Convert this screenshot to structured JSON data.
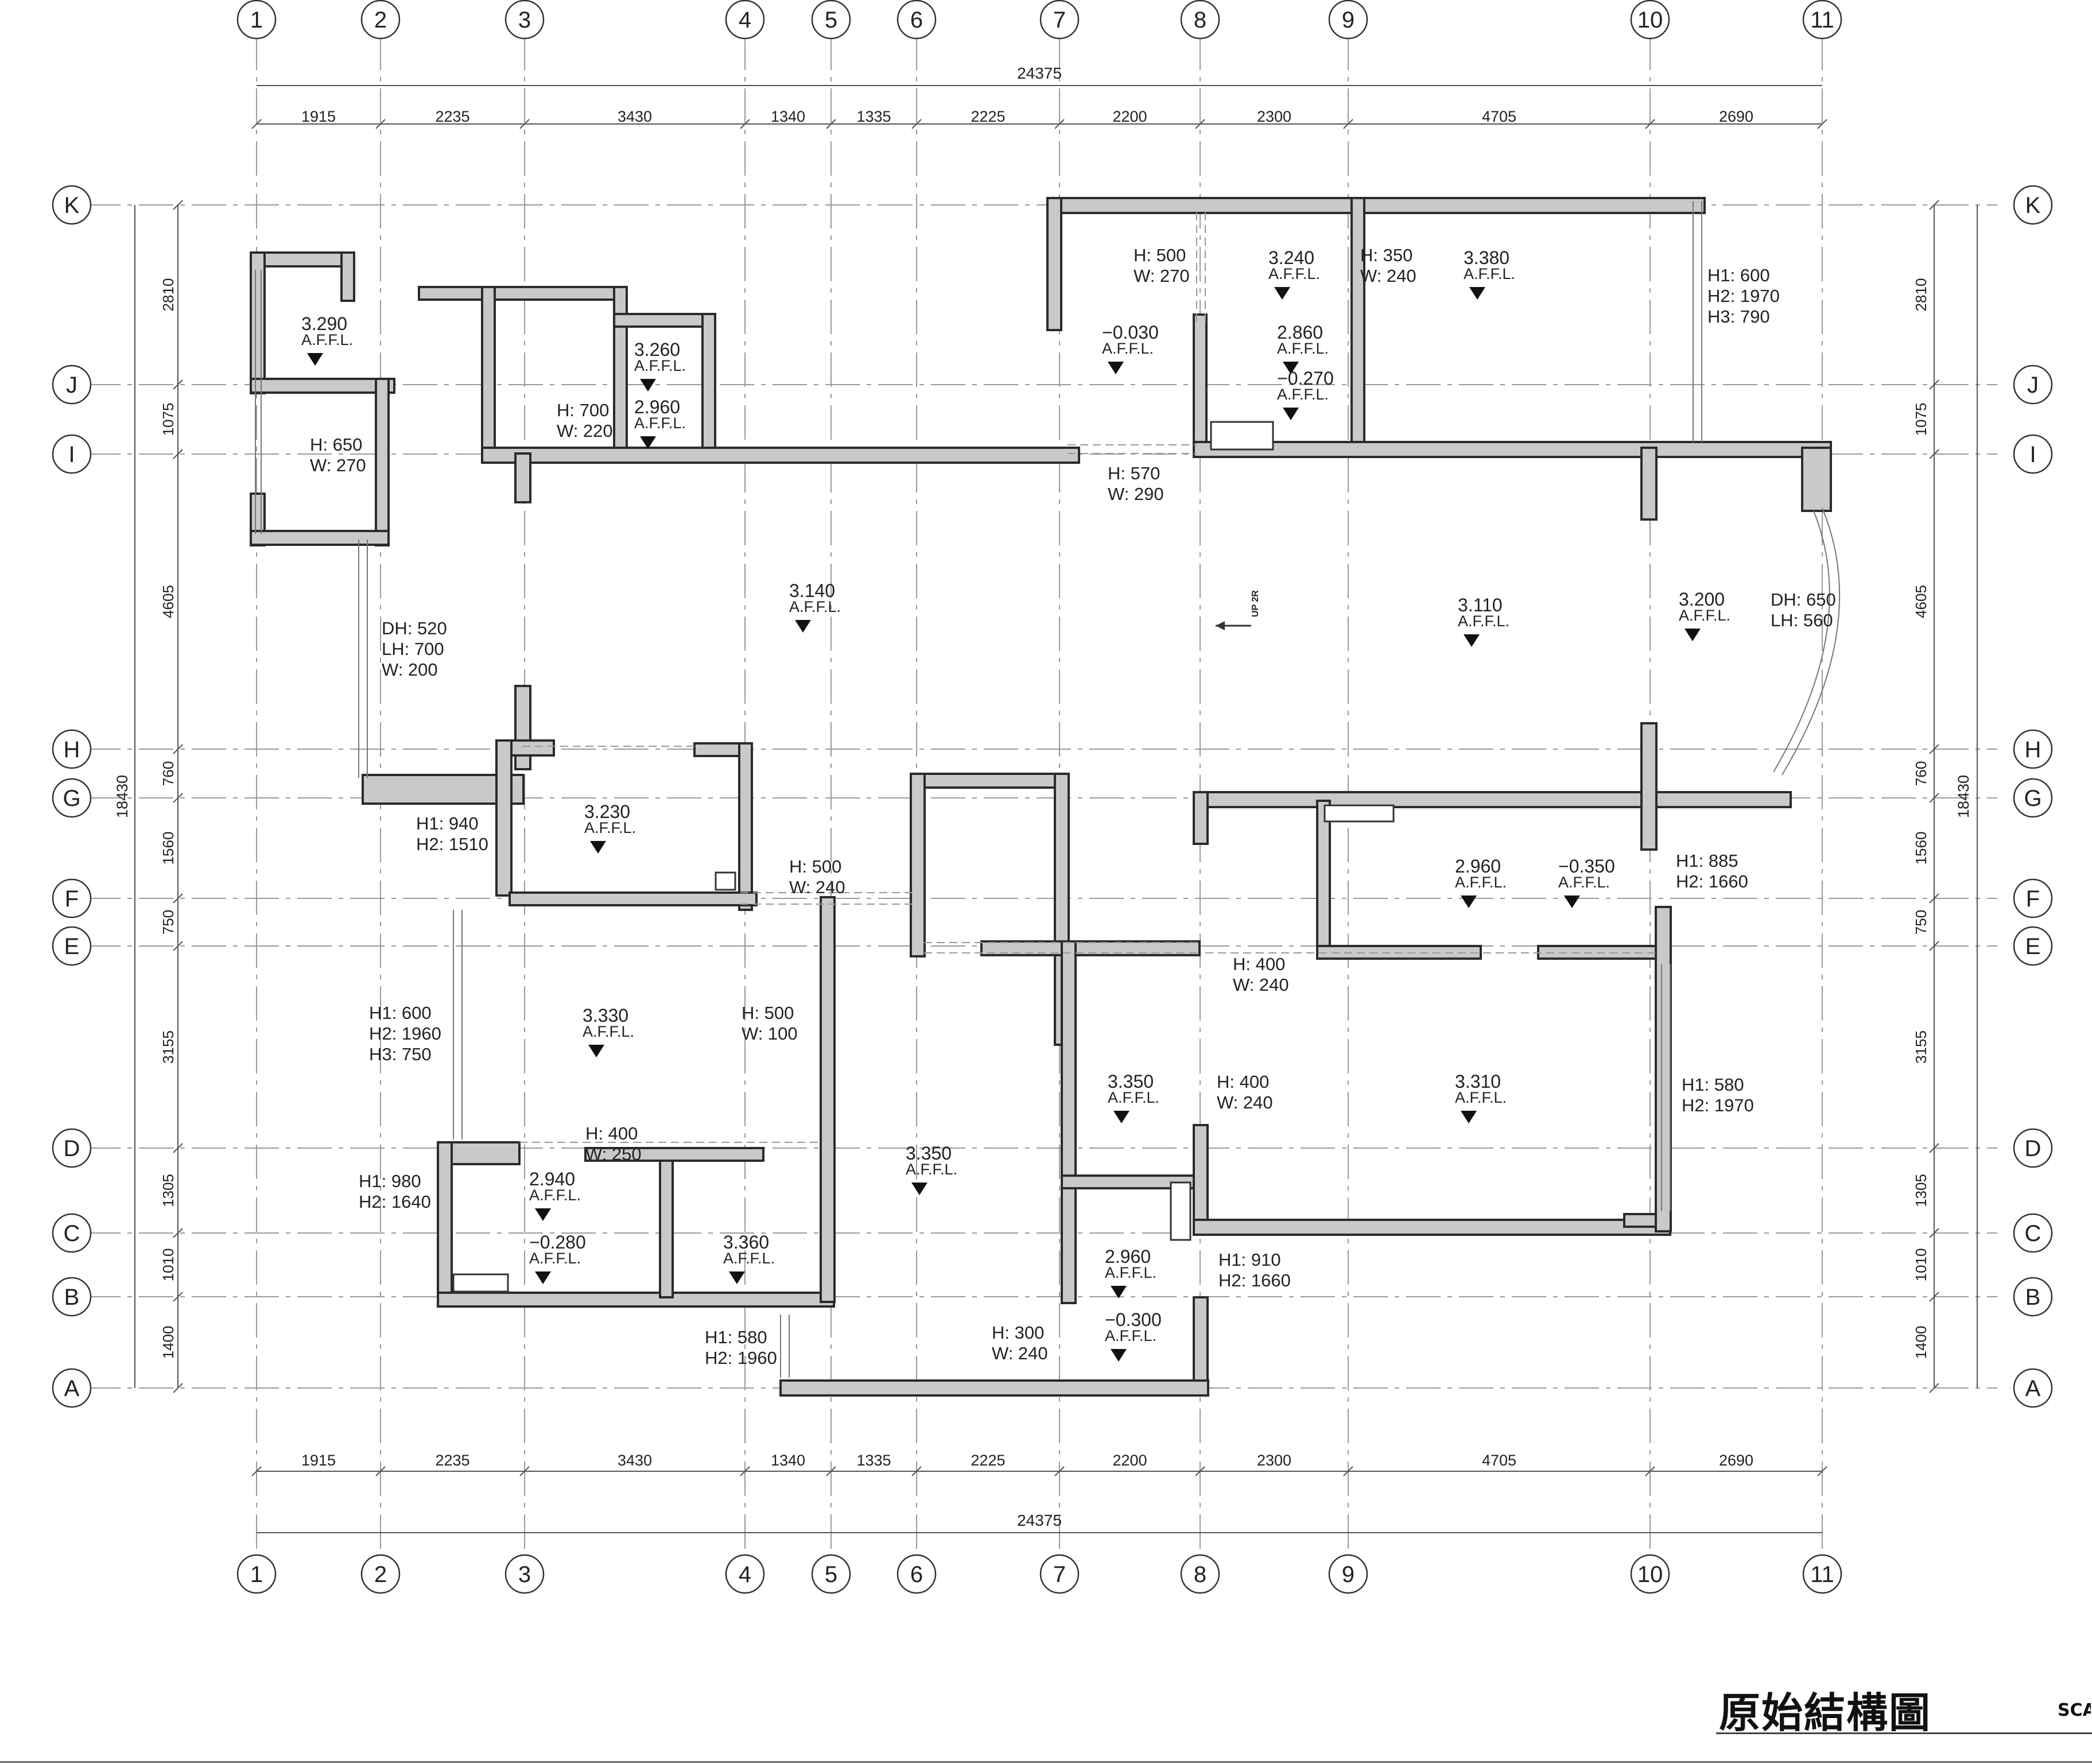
{
  "title": "原始結構圖",
  "scale_label": "SCALE",
  "grid": {
    "columns": [
      "1",
      "2",
      "3",
      "4",
      "5",
      "6",
      "7",
      "8",
      "9",
      "10",
      "11"
    ],
    "rows": [
      "K",
      "J",
      "I",
      "H",
      "G",
      "F",
      "E",
      "D",
      "C",
      "B",
      "A"
    ]
  },
  "dimensions": {
    "top_total": "24375",
    "bottom_total": "24375",
    "column_spans": [
      "1915",
      "2235",
      "3430",
      "1340",
      "1335",
      "2225",
      "2200",
      "2300",
      "4705",
      "2690"
    ],
    "row_spans": [
      "2810",
      "1075",
      "4605",
      "760",
      "1560",
      "750",
      "3155",
      "1305",
      "1010",
      "1400"
    ],
    "side_total": "18430"
  },
  "levels": [
    {
      "value": "3.290",
      "unit": "A.F.F.L."
    },
    {
      "value": "3.260",
      "unit": "A.F.F.L."
    },
    {
      "value": "2.960",
      "unit": "A.F.F.L."
    },
    {
      "value": "3.140",
      "unit": "A.F.F.L."
    },
    {
      "value": "−0.030",
      "unit": "A.F.F.L."
    },
    {
      "value": "3.240",
      "unit": "A.F.F.L."
    },
    {
      "value": "2.860",
      "unit": "A.F.F.L."
    },
    {
      "value": "−0.270",
      "unit": "A.F.F.L."
    },
    {
      "value": "3.380",
      "unit": "A.F.F.L."
    },
    {
      "value": "3.110",
      "unit": "A.F.F.L."
    },
    {
      "value": "3.200",
      "unit": "A.F.F.L."
    },
    {
      "value": "3.230",
      "unit": "A.F.F.L."
    },
    {
      "value": "2.960",
      "unit": "A.F.F.L."
    },
    {
      "value": "−0.350",
      "unit": "A.F.F.L."
    },
    {
      "value": "3.330",
      "unit": "A.F.F.L."
    },
    {
      "value": "3.350",
      "unit": "A.F.F.L."
    },
    {
      "value": "3.310",
      "unit": "A.F.F.L."
    },
    {
      "value": "3.350",
      "unit": "A.F.F.L."
    },
    {
      "value": "2.940",
      "unit": "A.F.F.L."
    },
    {
      "value": "−0.280",
      "unit": "A.F.F.L."
    },
    {
      "value": "3.360",
      "unit": "A.F.F.L."
    },
    {
      "value": "2.960",
      "unit": "A.F.F.L."
    },
    {
      "value": "−0.300",
      "unit": "A.F.F.L."
    }
  ],
  "notes": [
    [
      "H: 650",
      "W: 270"
    ],
    [
      "H: 700",
      "W: 220"
    ],
    [
      "DH: 520",
      "LH: 700",
      "W: 200"
    ],
    [
      "H: 500",
      "W: 270"
    ],
    [
      "H: 350",
      "W: 240"
    ],
    [
      "H1: 600",
      "H2: 1970",
      "H3: 790"
    ],
    [
      "H: 570",
      "W: 290"
    ],
    [
      "DH: 650",
      "LH: 560"
    ],
    [
      "H1: 940",
      "H2: 1510"
    ],
    [
      "H: 500",
      "W: 240"
    ],
    [
      "H1: 885",
      "H2: 1660"
    ],
    [
      "H: 400",
      "W: 240"
    ],
    [
      "H1: 600",
      "H2: 1960",
      "H3: 750"
    ],
    [
      "H: 500",
      "W: 100"
    ],
    [
      "H: 400",
      "W: 240"
    ],
    [
      "H1: 580",
      "H2: 1970"
    ],
    [
      "H: 400",
      "W: 250"
    ],
    [
      "H1: 980",
      "H2: 1640"
    ],
    [
      "H1: 910",
      "H2: 1660"
    ],
    [
      "H1: 580",
      "H2: 1960"
    ],
    [
      "H: 300",
      "W: 240"
    ]
  ],
  "stair_label": "UP 2R"
}
